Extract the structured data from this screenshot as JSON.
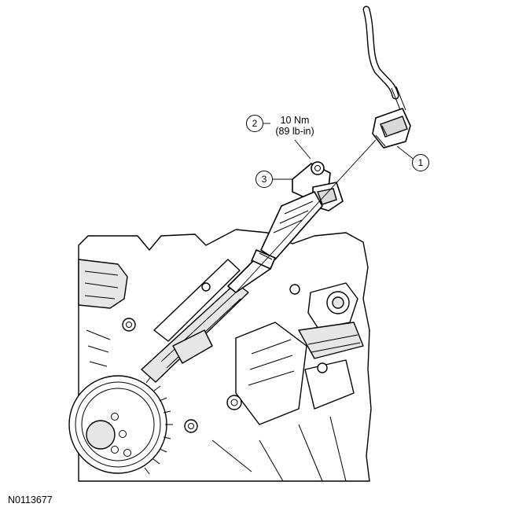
{
  "callouts": [
    {
      "number": "1"
    },
    {
      "number": "2"
    },
    {
      "number": "3"
    }
  ],
  "torque_spec": {
    "line1": "10 Nm",
    "line2": "(89 lb-in)"
  },
  "figure_id": "N0113677"
}
